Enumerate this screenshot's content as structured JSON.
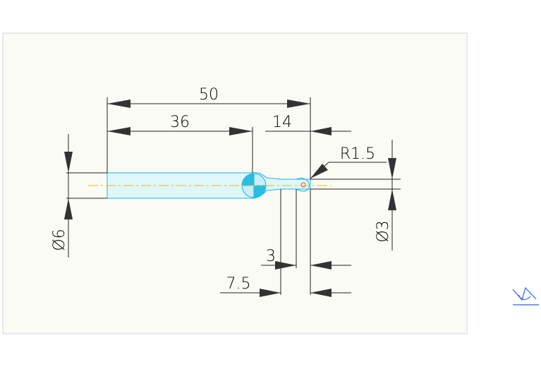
{
  "drawing": {
    "dimensions": {
      "overall_length": "50",
      "shank_length": "36",
      "tip_length": "14",
      "tip_radius": "R1.5",
      "shank_diameter": "Ø6",
      "tip_diameter": "Ø3",
      "neck_width": "3",
      "neck_offset": "7.5"
    },
    "icon": "ucs-icon"
  },
  "colors": {
    "paper": "#fafaf5",
    "line": "#000000",
    "part": "#00b7e6",
    "centerline": "#e0c400",
    "fill": "#2bbbe3",
    "accent": "#ff2f6d"
  }
}
